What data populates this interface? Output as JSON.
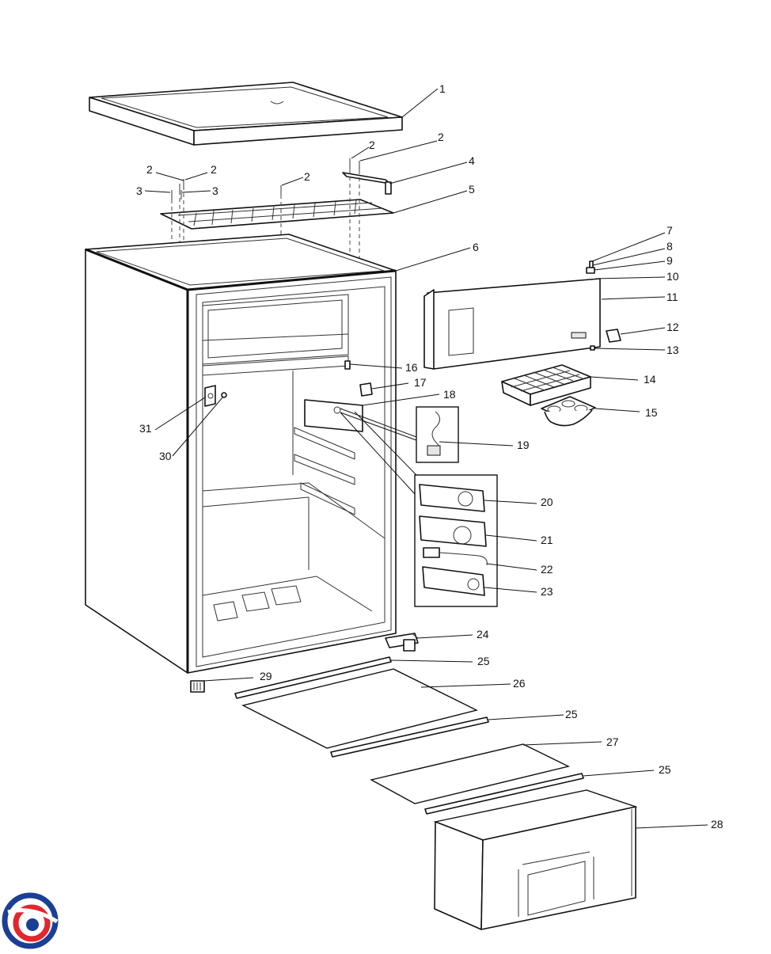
{
  "diagram": {
    "callouts": [
      {
        "id": "c1",
        "text": "1"
      },
      {
        "id": "c2a",
        "text": "2"
      },
      {
        "id": "c2b",
        "text": "2"
      },
      {
        "id": "c2c",
        "text": "2"
      },
      {
        "id": "c2d",
        "text": "2"
      },
      {
        "id": "c2e",
        "text": "2"
      },
      {
        "id": "c3a",
        "text": "3"
      },
      {
        "id": "c3b",
        "text": "3"
      },
      {
        "id": "c4",
        "text": "4"
      },
      {
        "id": "c5",
        "text": "5"
      },
      {
        "id": "c6",
        "text": "6"
      },
      {
        "id": "c7",
        "text": "7"
      },
      {
        "id": "c8",
        "text": "8"
      },
      {
        "id": "c9",
        "text": "9"
      },
      {
        "id": "c10",
        "text": "10"
      },
      {
        "id": "c11",
        "text": "11"
      },
      {
        "id": "c12",
        "text": "12"
      },
      {
        "id": "c13",
        "text": "13"
      },
      {
        "id": "c14",
        "text": "14"
      },
      {
        "id": "c15",
        "text": "15"
      },
      {
        "id": "c16",
        "text": "16"
      },
      {
        "id": "c17",
        "text": "17"
      },
      {
        "id": "c18",
        "text": "18"
      },
      {
        "id": "c19",
        "text": "19"
      },
      {
        "id": "c20",
        "text": "20"
      },
      {
        "id": "c21",
        "text": "21"
      },
      {
        "id": "c22",
        "text": "22"
      },
      {
        "id": "c23",
        "text": "23"
      },
      {
        "id": "c24",
        "text": "24"
      },
      {
        "id": "c25a",
        "text": "25"
      },
      {
        "id": "c25b",
        "text": "25"
      },
      {
        "id": "c25c",
        "text": "25"
      },
      {
        "id": "c26",
        "text": "26"
      },
      {
        "id": "c27",
        "text": "27"
      },
      {
        "id": "c28",
        "text": "28"
      },
      {
        "id": "c29",
        "text": "29"
      },
      {
        "id": "c30",
        "text": "30"
      },
      {
        "id": "c31",
        "text": "31"
      }
    ]
  },
  "logo": {
    "colors": {
      "blue": "#1b3f94",
      "red": "#e0262e"
    }
  },
  "colors": {
    "line": "#111111",
    "background": "#ffffff"
  }
}
